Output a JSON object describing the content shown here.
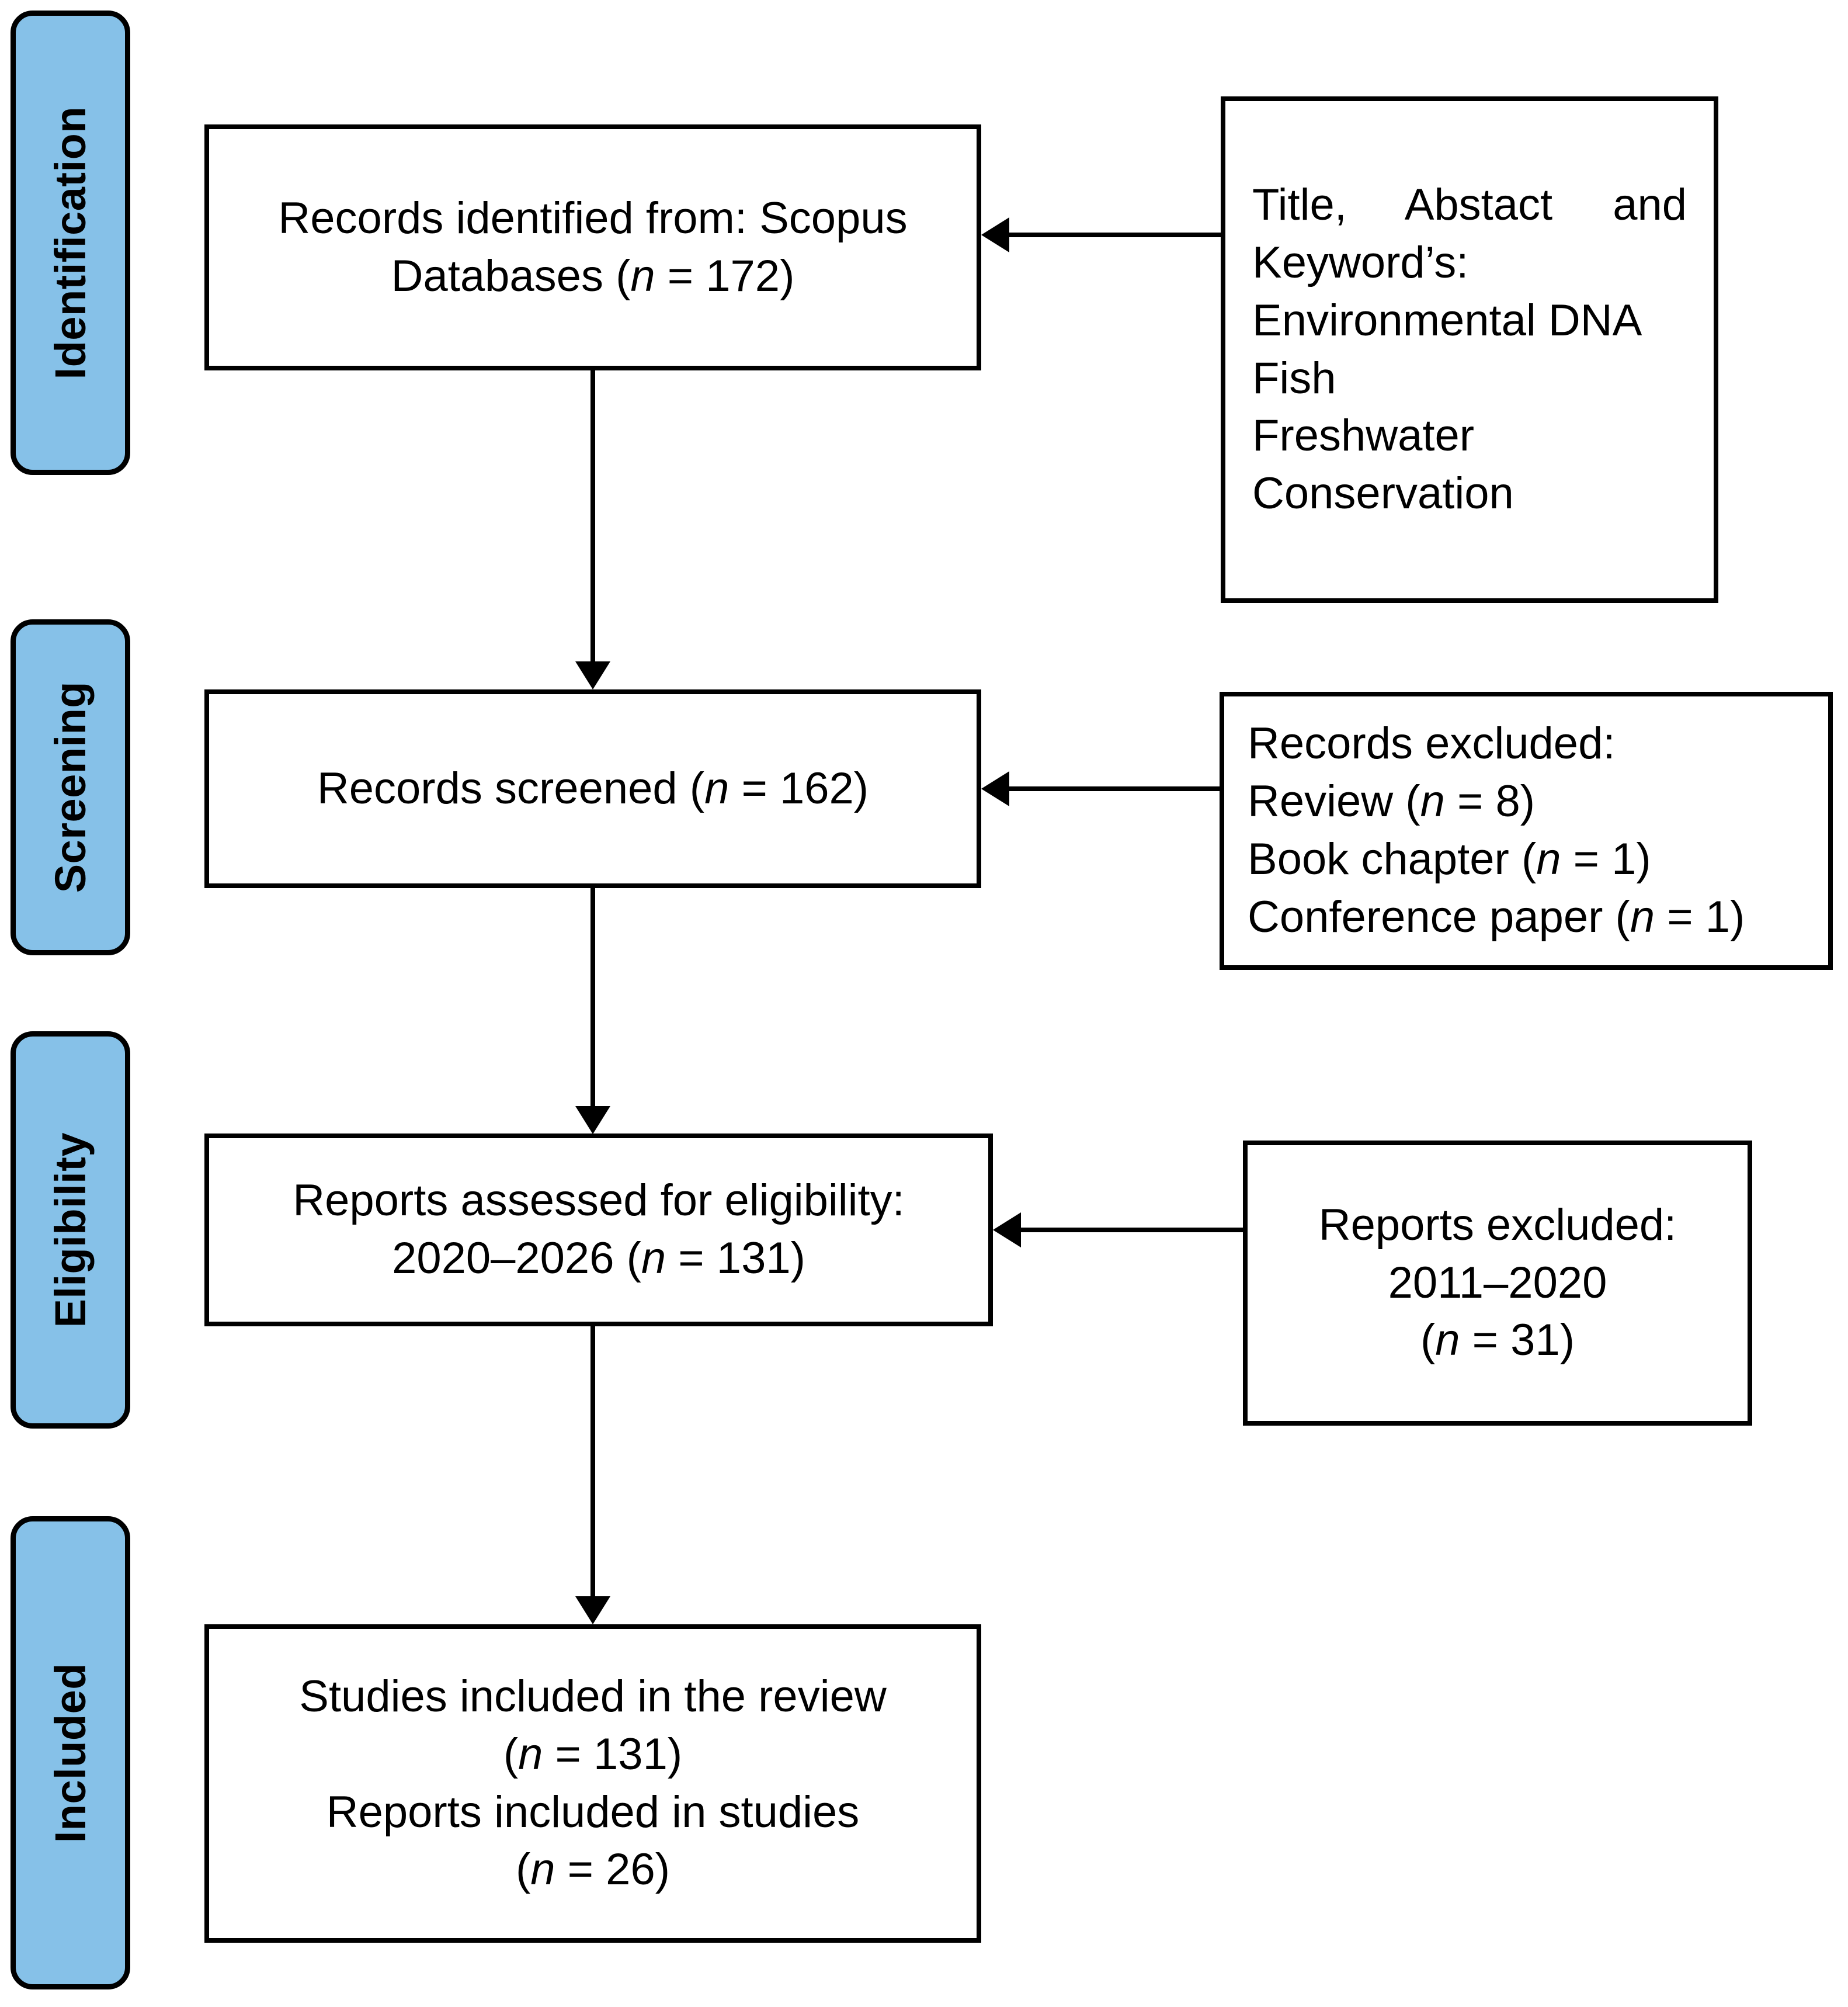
{
  "diagram": {
    "type": "prisma-flow-diagram",
    "accent_color": "#86c1e8",
    "line_color": "#000000",
    "background_color": "#ffffff"
  },
  "phases": [
    {
      "id": "identification",
      "label": "Identification"
    },
    {
      "id": "screening",
      "label": "Screening"
    },
    {
      "id": "eligibility",
      "label": "Eligibility"
    },
    {
      "id": "included",
      "label": "Included"
    }
  ],
  "boxes": {
    "records_identified": {
      "line1": "Records identified from: Scopus",
      "line2_prefix": "Databases (",
      "line2_italic": "n",
      "line2_suffix": " = 172)"
    },
    "search_terms": {
      "line1a": "Title,",
      "line1b": "Abstact",
      "line1c": "and",
      "line2": "Keyword’s:",
      "line3": "Environmental DNA",
      "line4": "Fish",
      "line5": "Freshwater",
      "line6": "Conservation"
    },
    "records_screened": {
      "prefix": "Records screened (",
      "italic": "n",
      "suffix": " = 162)"
    },
    "records_excluded": {
      "line1": "Records excluded:",
      "line2_prefix": "Review (",
      "line2_italic": "n",
      "line2_suffix": " = 8)",
      "line3_prefix": "Book chapter (",
      "line3_italic": "n",
      "line3_suffix": " = 1)",
      "line4_prefix": "Conference paper (",
      "line4_italic": "n",
      "line4_suffix": " = 1)"
    },
    "reports_assessed": {
      "line1": "Reports assessed for eligibility:",
      "line2_prefix": "2020–2026 (",
      "line2_italic": "n",
      "line2_suffix": " = 131)"
    },
    "reports_excluded": {
      "line1": "Reports excluded:",
      "line2": "2011–2020",
      "line3_prefix": "(",
      "line3_italic": "n",
      "line3_suffix": " = 31)"
    },
    "studies_included": {
      "line1": "Studies included in the review",
      "line2_prefix": "(",
      "line2_italic": "n",
      "line2_suffix": " = 131)",
      "line3": "Reports included in studies",
      "line4_prefix": "(",
      "line4_italic": "n",
      "line4_suffix": " = 26)"
    }
  },
  "counts": {
    "records_identified": 172,
    "records_screened": 162,
    "excluded_review": 8,
    "excluded_book_chapter": 1,
    "excluded_conference_paper": 1,
    "reports_assessed": 131,
    "reports_excluded": 31,
    "studies_included": 131,
    "reports_included": 26
  },
  "year_ranges": {
    "assessed": "2020–2026",
    "excluded": "2011–2020"
  }
}
